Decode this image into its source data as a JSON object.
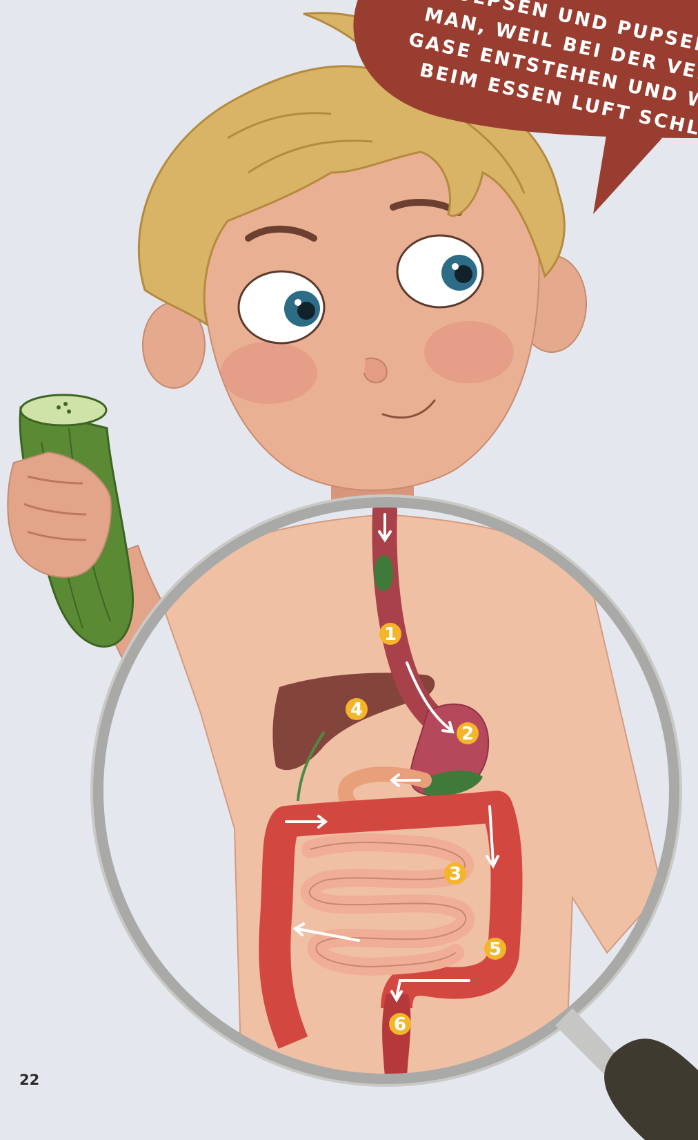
{
  "speech_bubble": {
    "lines": [
      "RÜLPSEN UND PUPSEN MUSS",
      "MAN, WEIL BEI DER VERDAUUNG",
      "GASE ENTSTEHEN UND WEIL MAN",
      "BEIM ESSEN LUFT SCHLUCKT."
    ],
    "color": "#9a3d31"
  },
  "markers": [
    "1",
    "2",
    "3",
    "4",
    "5",
    "6"
  ],
  "marker_color": "#f5b52a",
  "page_number": "22"
}
